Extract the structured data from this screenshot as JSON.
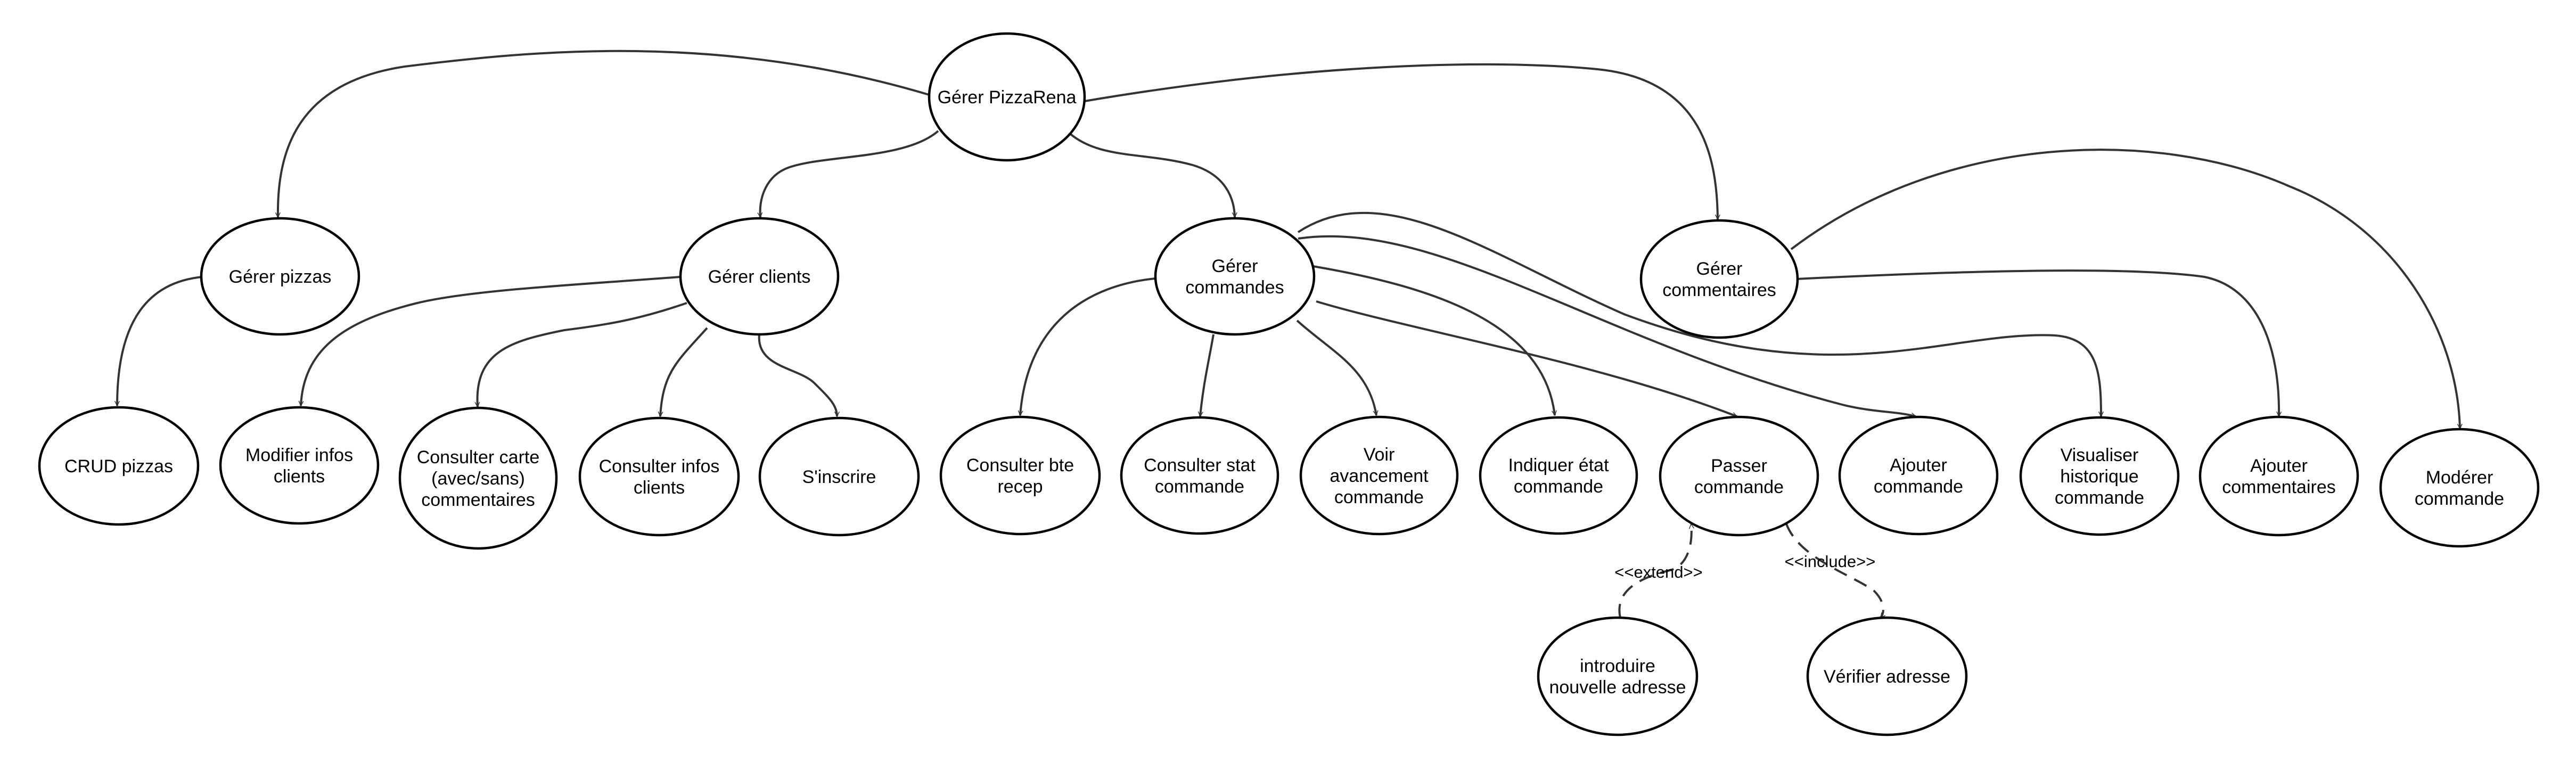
{
  "nodes": [
    {
      "id": "root",
      "label": "Gérer PizzaRena"
    },
    {
      "id": "pizzas",
      "label": "Gérer pizzas"
    },
    {
      "id": "clients",
      "label": "Gérer clients"
    },
    {
      "id": "commandes",
      "label": "Gérer commandes"
    },
    {
      "id": "commentaires",
      "label": "Gérer commentaires"
    },
    {
      "id": "crud",
      "label": "CRUD pizzas"
    },
    {
      "id": "modifier",
      "label": "Modifier infos clients"
    },
    {
      "id": "carte",
      "label": "Consulter carte (avec/sans) commentaires"
    },
    {
      "id": "infos",
      "label": "Consulter infos clients"
    },
    {
      "id": "inscrire",
      "label": "S'inscrire"
    },
    {
      "id": "bte",
      "label": "Consulter bte recep"
    },
    {
      "id": "stat",
      "label": "Consulter stat commande"
    },
    {
      "id": "avancement",
      "label": "Voir avancement commande"
    },
    {
      "id": "etat",
      "label": "Indiquer état commande"
    },
    {
      "id": "passer",
      "label": "Passer commande"
    },
    {
      "id": "ajouter_cmd",
      "label": "Ajouter commande"
    },
    {
      "id": "historique",
      "label": "Visualiser historique commande"
    },
    {
      "id": "ajouter_com",
      "label": "Ajouter commentaires"
    },
    {
      "id": "moderer",
      "label": "Modérer commande"
    },
    {
      "id": "introduire",
      "label": "introduire nouvelle adresse"
    },
    {
      "id": "verifier",
      "label": "Vérifier adresse"
    }
  ],
  "edges": [
    {
      "from": "root",
      "to": "pizzas"
    },
    {
      "from": "root",
      "to": "clients"
    },
    {
      "from": "root",
      "to": "commandes"
    },
    {
      "from": "root",
      "to": "commentaires"
    },
    {
      "from": "pizzas",
      "to": "crud"
    },
    {
      "from": "clients",
      "to": "modifier"
    },
    {
      "from": "clients",
      "to": "carte"
    },
    {
      "from": "clients",
      "to": "infos"
    },
    {
      "from": "clients",
      "to": "inscrire"
    },
    {
      "from": "commandes",
      "to": "bte"
    },
    {
      "from": "commandes",
      "to": "stat"
    },
    {
      "from": "commandes",
      "to": "avancement"
    },
    {
      "from": "commandes",
      "to": "etat"
    },
    {
      "from": "commandes",
      "to": "passer"
    },
    {
      "from": "commandes",
      "to": "ajouter_cmd"
    },
    {
      "from": "commandes",
      "to": "historique"
    },
    {
      "from": "commentaires",
      "to": "ajouter_com"
    },
    {
      "from": "commentaires",
      "to": "moderer"
    },
    {
      "from": "introduire",
      "to": "passer",
      "stereotype": "<<extend>>"
    },
    {
      "from": "passer",
      "to": "verifier",
      "stereotype": "<<include>>"
    }
  ]
}
